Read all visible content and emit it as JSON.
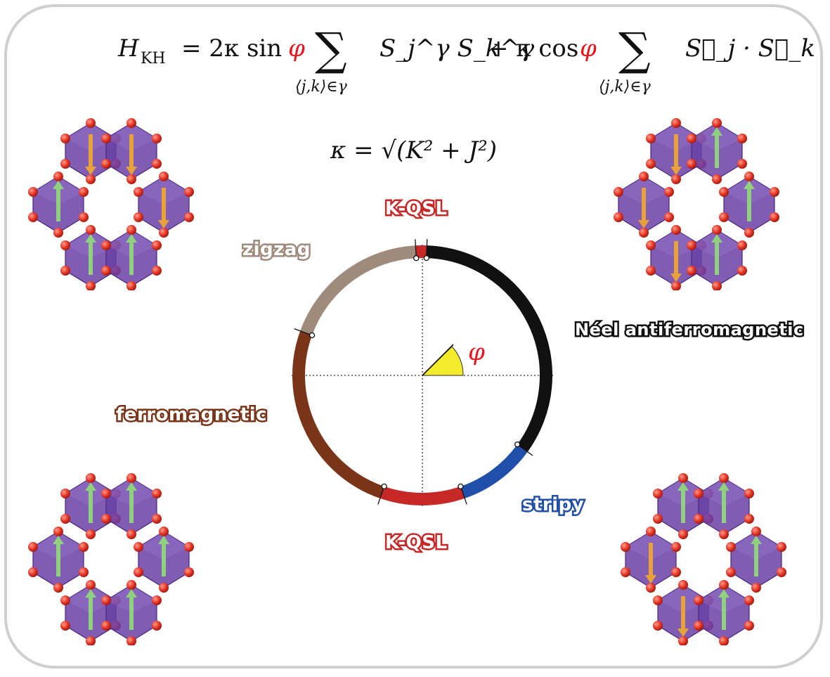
{
  "hamiltonian": {
    "lhs": "H",
    "lhs_sub": "KH",
    "term1_prefix": "= 2κ sin",
    "term2_prefix": "+ κ cos",
    "phi": "φ",
    "sum_symbol": "∑",
    "sum_index": "⟨j,k⟩∈γ",
    "term1_body": "S_j^γ S_k^γ",
    "term2_body": "S⃗_j · S⃗_k"
  },
  "kappa_def": "κ = √(K² + J²)",
  "angle_label": "φ",
  "phases": {
    "kqsl_top": {
      "label": "K-QSL",
      "color": "#c62828"
    },
    "zigzag": {
      "label": "zigzag",
      "color": "#a08a7c"
    },
    "neel": {
      "label": "Néel antiferromagnetic",
      "color": "#111111"
    },
    "ferromagnetic": {
      "label": "ferromagnetic",
      "color": "#7a3418"
    },
    "stripy": {
      "label": "stripy",
      "color": "#1f4fa8"
    },
    "kqsl_bottom": {
      "label": "K-QSL",
      "color": "#c62828"
    }
  },
  "phase_ring": [
    {
      "name": "Néel antiferromagnetic",
      "from_deg": -36,
      "to_deg": 88,
      "color": "#111111"
    },
    {
      "name": "K-QSL",
      "from_deg": 88,
      "to_deg": 93,
      "color": "#c62828"
    },
    {
      "name": "zigzag",
      "from_deg": 93,
      "to_deg": 160,
      "color": "#a08a7c"
    },
    {
      "name": "ferromagnetic",
      "from_deg": 160,
      "to_deg": 251,
      "color": "#7a3418"
    },
    {
      "name": "K-QSL",
      "from_deg": 251,
      "to_deg": 289,
      "color": "#c62828"
    },
    {
      "name": "stripy",
      "from_deg": 289,
      "to_deg": 324,
      "color": "#1f4fa8"
    }
  ],
  "colors": {
    "octahedron": "#6a3fa6",
    "atom": "#e23222",
    "spin_up": "#8fd17e",
    "spin_down": "#e8a23a",
    "angle_wedge": "#f3ec2b"
  },
  "lattices": {
    "top_left": [
      "down",
      "down",
      "up",
      "down",
      "up",
      "up"
    ],
    "top_right": [
      "down",
      "up",
      "down",
      "up",
      "down",
      "up"
    ],
    "bottom_left": [
      "up",
      "up",
      "up",
      "up",
      "up",
      "up"
    ],
    "bottom_right": [
      "up",
      "up",
      "down",
      "up",
      "down",
      "up"
    ]
  }
}
